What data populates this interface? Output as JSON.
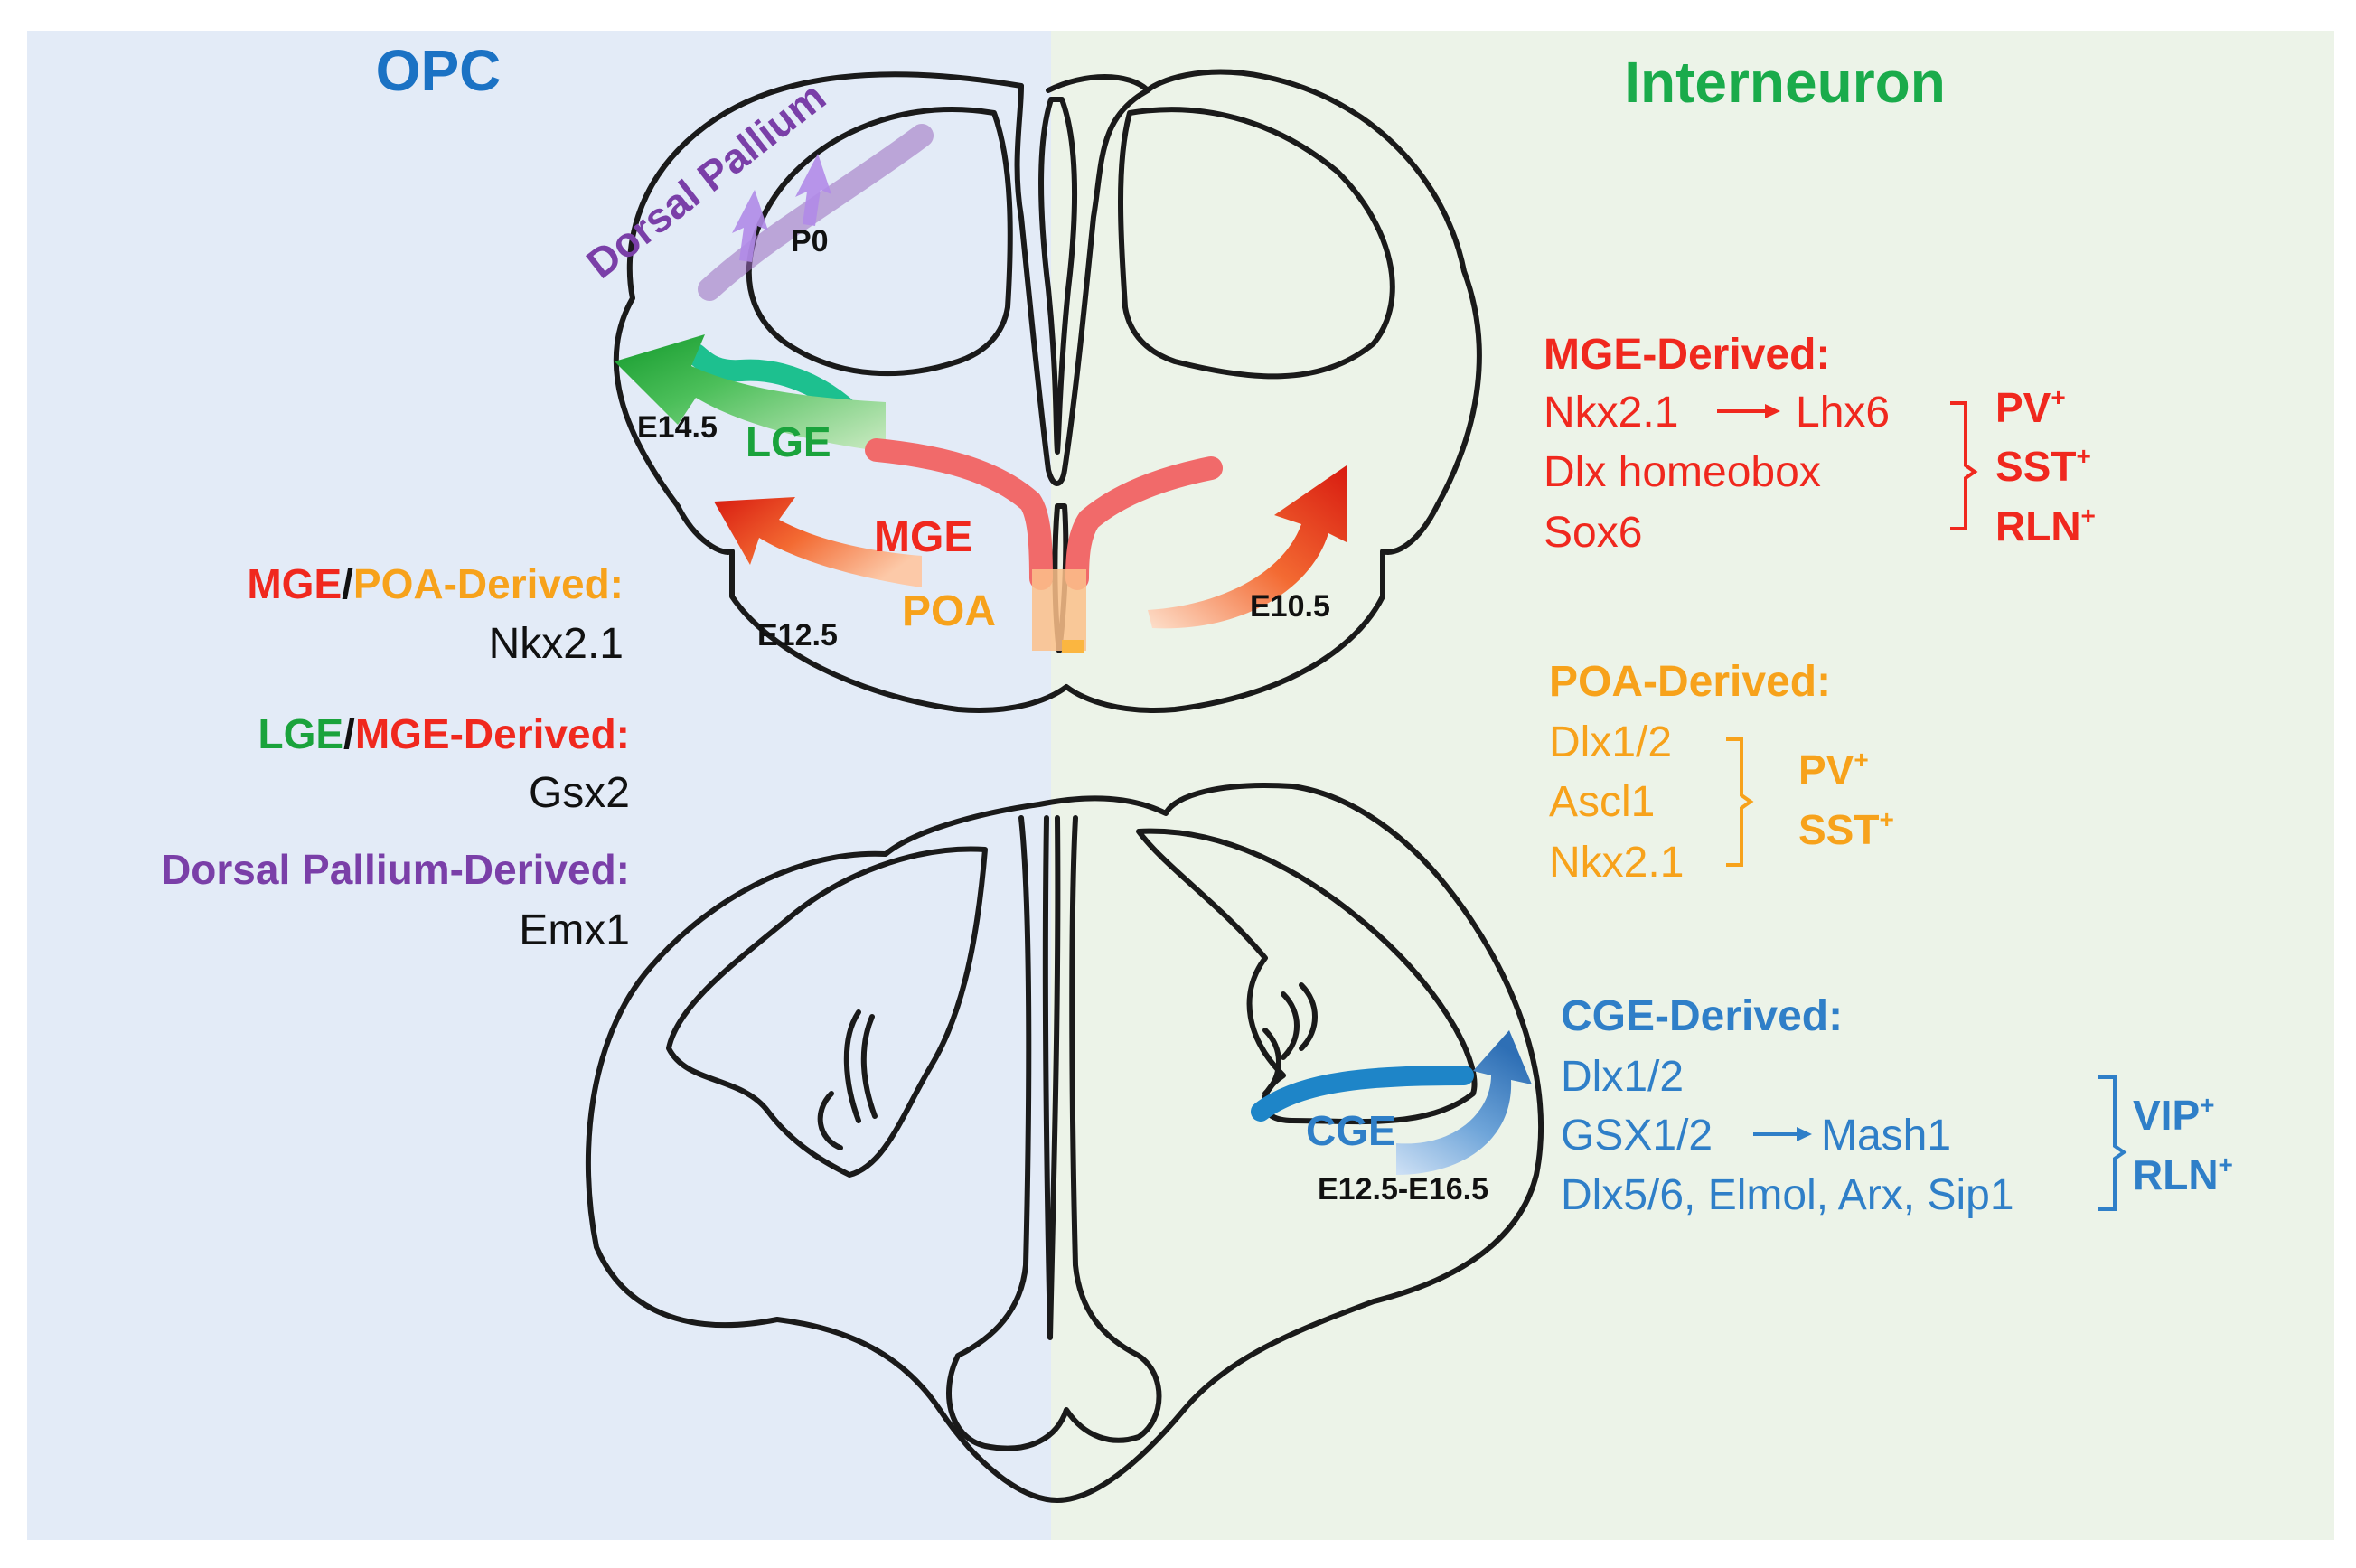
{
  "panels": {
    "left_title": "OPC",
    "right_title": "Interneuron"
  },
  "colors": {
    "left_bg": "#e3ebf7",
    "right_bg": "#ecf3e8",
    "opc_blue": "#1b72c4",
    "interneuron_green": "#1aab4b",
    "mge_red": "#f0281e",
    "poa_orange": "#f7a21b",
    "lge_green": "#1aa33c",
    "pallium_purple": "#7a3fa8",
    "cge_blue": "#2f7fc8",
    "outline": "#1a1a1a"
  },
  "brain_labels": {
    "dorsal_pallium": "Dorsal Pallium",
    "p0": "P0",
    "e14_5": "E14.5",
    "lge": "LGE",
    "mge": "MGE",
    "poa": "POA",
    "e12_5": "E12.5",
    "e10_5": "E10.5",
    "cge": "CGE",
    "e12_5_e16_5": "E12.5-E16.5"
  },
  "opc_origins": {
    "mge_poa": {
      "part1": "MGE",
      "sep": "/",
      "part2": "POA-Derived:",
      "gene": "Nkx2.1"
    },
    "lge_mge": {
      "part1": "LGE",
      "sep": "/",
      "part2": "MGE-Derived:",
      "gene": "Gsx2"
    },
    "dorsal": {
      "title": "Dorsal Pallium-Derived:",
      "gene": "Emx1"
    }
  },
  "interneuron_origins": {
    "mge": {
      "title": "MGE-Derived:",
      "line1_a": "Nkx2.1",
      "line1_b": "Lhx6",
      "line2": "Dlx homeobox",
      "line3": "Sox6",
      "markers": [
        "PV",
        "SST",
        "RLN"
      ],
      "sup": "+"
    },
    "poa": {
      "title": "POA-Derived:",
      "lines": [
        "Dlx1/2",
        "Ascl1",
        "Nkx2.1"
      ],
      "markers": [
        "PV",
        "SST"
      ],
      "sup": "+"
    },
    "cge": {
      "title": "CGE-Derived:",
      "line1": "Dlx1/2",
      "line2_a": "GSX1/2",
      "line2_b": "Mash1",
      "line3": "Dlx5/6, Elmol, Arx, Sip1",
      "markers": [
        "VIP",
        "RLN"
      ],
      "sup": "+"
    }
  }
}
